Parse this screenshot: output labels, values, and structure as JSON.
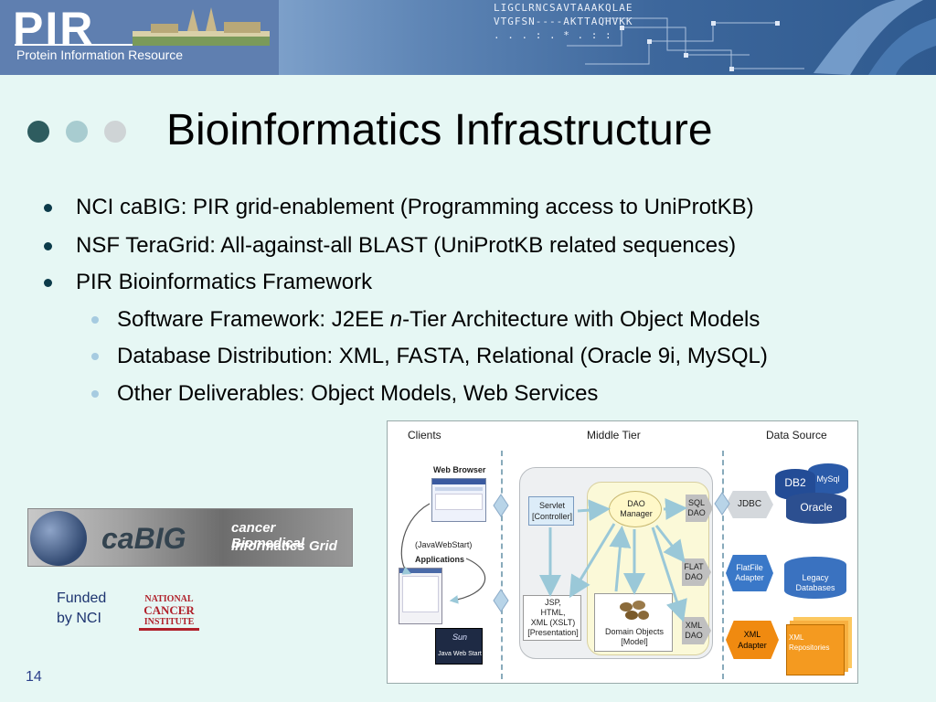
{
  "banner": {
    "logo_title": "PIR",
    "logo_subtitle": "Protein Information Resource",
    "sequence_lines": [
      "LIGCLRNCSAVTAAAKQLAE",
      "VTGFSN----AKTTAQHVKK",
      "  .  .     . : . * . : :"
    ]
  },
  "slide": {
    "title": "Bioinformatics Infrastructure",
    "bullets": [
      "NCI caBIG: PIR grid-enablement (Programming access to UniProtKB)",
      "NSF TeraGrid: All-against-all BLAST (UniProtKB related sequences)",
      "PIR Bioinformatics Framework"
    ],
    "sub_bullets": [
      {
        "pre": "Software Framework: J2EE ",
        "em": "n",
        "post": "-Tier Architecture with Object Models"
      },
      {
        "text": "Database Distribution: XML, FASTA, Relational (Oracle 9i, MySQL)"
      },
      {
        "text": "Other Deliverables: Object Models, Web Services"
      }
    ],
    "cabig": {
      "word": "caBIG",
      "tagline_1": "cancer Biomedical",
      "tagline_2": "Informatics Grid"
    },
    "funded_1": "Funded",
    "funded_2": "by NCI",
    "nci_logo": [
      "NATIONAL",
      "CANCER",
      "INSTITUTE"
    ],
    "slide_number": "14"
  },
  "diagram": {
    "headers": {
      "clients": "Clients",
      "middle": "Middle Tier",
      "source": "Data Source"
    },
    "clients": {
      "web_browser": "Web Browser",
      "java_web_start": "(JavaWebStart)",
      "applications": "Applications",
      "sun_label": "Sun",
      "java_web_start_badge": "Java Web Start"
    },
    "middle": {
      "servlet": [
        "Servlet",
        "[Controller]"
      ],
      "dao_manager": [
        "DAO",
        "Manager"
      ],
      "jsp": [
        "JSP,",
        "HTML,",
        "XML (XSLT)",
        "[Presentation]"
      ],
      "domain_objects": [
        "Domain Objects",
        "[Model]"
      ],
      "sql_dao": [
        "SQL",
        "DAO"
      ],
      "flat_dao": [
        "FLAT",
        "DAO"
      ],
      "xml_dao": [
        "XML",
        "DAO"
      ]
    },
    "adapters": {
      "jdbc": "JDBC",
      "flatfile": [
        "FlatFile",
        "Adapter"
      ],
      "xml": [
        "XML",
        "Adapter"
      ]
    },
    "sources": {
      "db2": "DB2",
      "mysql": "MySql",
      "oracle": "Oracle",
      "legacy": [
        "Legacy",
        "Databases"
      ],
      "xml_repo": [
        "XML",
        "Repositories"
      ]
    }
  }
}
